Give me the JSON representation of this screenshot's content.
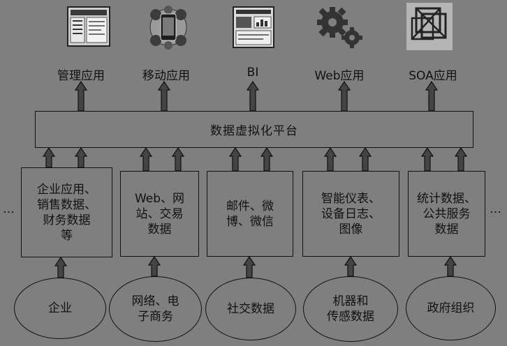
{
  "apps": [
    {
      "icon": "management-software-icon",
      "label": "管理应用"
    },
    {
      "icon": "mobile-device-icon",
      "label": "移动应用"
    },
    {
      "icon": "bi-dashboard-icon",
      "label": "BI"
    },
    {
      "icon": "gears-icon",
      "label": "Web应用"
    },
    {
      "icon": "soa-cubes-icon",
      "label": "SOA应用"
    }
  ],
  "platform": "数据虚拟化平台",
  "data_boxes": [
    {
      "label": "企业应用、\n销售数据、\n财务数据\n等"
    },
    {
      "label": "Web、网\n站、交易\n数据"
    },
    {
      "label": "邮件、微\n博、微信"
    },
    {
      "label": "智能仪表、\n设备日志、\n图像"
    },
    {
      "label": "统计数据、\n公共服务\n数据"
    }
  ],
  "sources": [
    {
      "label": "企业"
    },
    {
      "label": "网络、电\n子商务"
    },
    {
      "label": "社交数据"
    },
    {
      "label": "机器和\n传感数据"
    },
    {
      "label": "政府组织"
    }
  ],
  "ellipsis_left": "…",
  "ellipsis_right": "…"
}
